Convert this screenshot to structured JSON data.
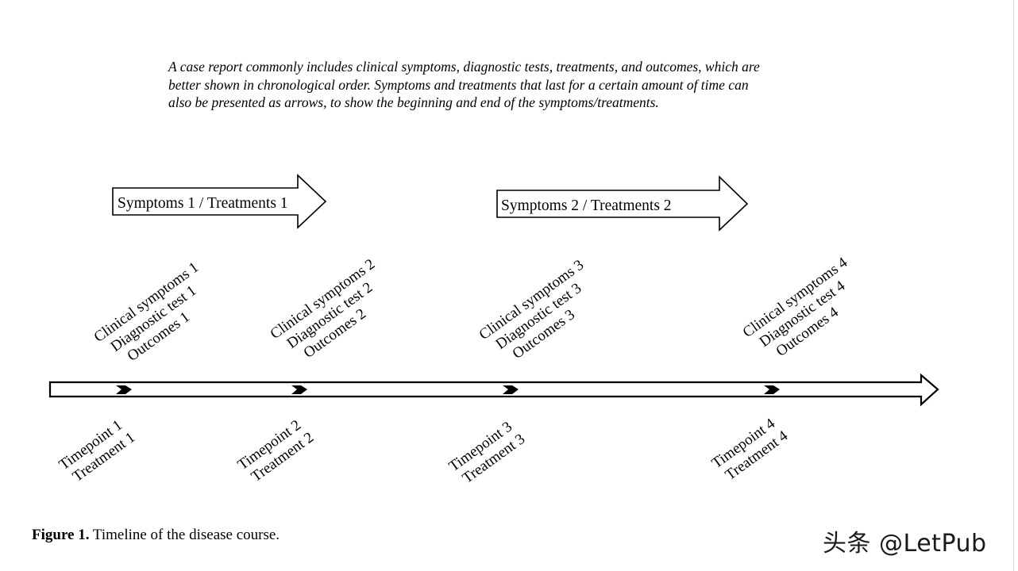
{
  "intro_lines": [
    "A case report commonly includes clinical symptoms, diagnostic tests, treatments, and outcomes, which are",
    "better shown in chronological order. Symptoms and treatments that last for a certain amount of time can",
    "also be presented as arrows, to show the beginning and end of the symptoms/treatments."
  ],
  "periods": [
    {
      "label": "Symptoms 1 / Treatments 1"
    },
    {
      "label": "Symptoms 2 / Treatments 2"
    }
  ],
  "events": [
    {
      "above": [
        "Clinical symptoms 1",
        "Diagnostic test 1",
        "Outcomes 1"
      ],
      "below": [
        "Timepoint 1",
        "Treatment 1"
      ]
    },
    {
      "above": [
        "Clinical symptoms 2",
        "Diagnostic test 2",
        "Outcomes 2"
      ],
      "below": [
        "Timepoint 2",
        "Treatment 2"
      ]
    },
    {
      "above": [
        "Clinical symptoms 3",
        "Diagnostic test 3",
        "Outcomes 3"
      ],
      "below": [
        "Timepoint 3",
        "Treatment 3"
      ]
    },
    {
      "above": [
        "Clinical symptoms 4",
        "Diagnostic test 4",
        "Outcomes 4"
      ],
      "below": [
        "Timepoint 4",
        "Treatment 4"
      ]
    }
  ],
  "caption": {
    "label": "Figure 1.",
    "text": " Timeline of the disease course."
  },
  "watermark": "头条 @LetPub"
}
